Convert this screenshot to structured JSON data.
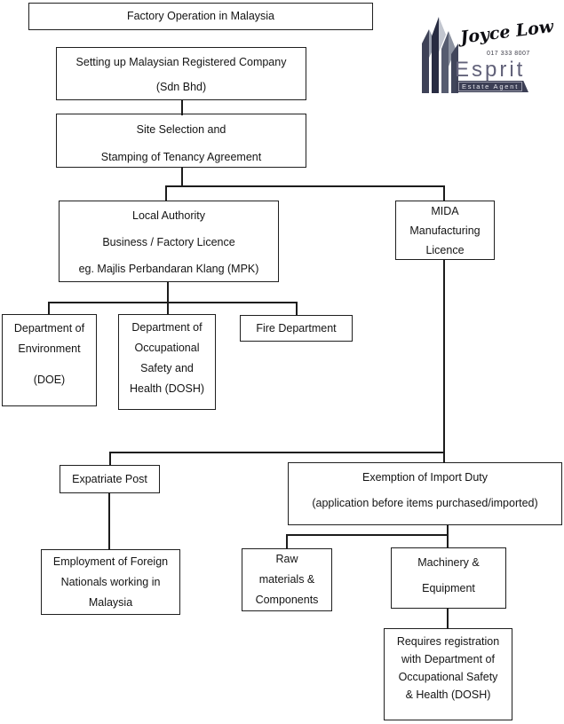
{
  "page": {
    "background": "#ffffff",
    "line_color": "#1c1c1c",
    "box_border_color": "#1f1f1f"
  },
  "logo": {
    "signature": "Joyce Low",
    "phone": "017 333 8007",
    "brand": "Esprit",
    "tagline": "Estate Agent",
    "icon": "building-towers-icon",
    "colors": {
      "tower_dark": "#282c42",
      "tower_mid": "#565c70",
      "tower_light": "#c2c6cf",
      "banner": "#3c3f55",
      "brand_text": "#62627a"
    }
  },
  "nodes": {
    "title": {
      "lines": [
        "Factory Operation in Malaysia"
      ]
    },
    "setup": {
      "lines": [
        "Setting up Malaysian Registered Company",
        "(Sdn Bhd)"
      ]
    },
    "site": {
      "lines": [
        "Site Selection and",
        "Stamping of Tenancy Agreement"
      ]
    },
    "local_authority": {
      "lines": [
        "Local Authority",
        "Business / Factory Licence",
        "eg. Majlis Perbandaran Klang (MPK)"
      ]
    },
    "mida": {
      "lines": [
        "MIDA",
        "Manufacturing",
        "Licence"
      ]
    },
    "doe": {
      "lines": [
        "Department of",
        "Environment",
        "(DOE)"
      ]
    },
    "dosh": {
      "lines": [
        "Department of",
        "Occupational",
        "Safety and",
        "Health (DOSH)"
      ]
    },
    "fire": {
      "lines": [
        "Fire Department"
      ]
    },
    "expatriate": {
      "lines": [
        "Expatriate Post"
      ]
    },
    "exemption": {
      "lines": [
        "Exemption of Import Duty",
        "(application before items purchased/imported)"
      ]
    },
    "employment": {
      "lines": [
        "Employment of Foreign",
        "Nationals working in",
        "Malaysia"
      ]
    },
    "raw_materials": {
      "lines": [
        "Raw",
        "materials &",
        "Components"
      ]
    },
    "machinery": {
      "lines": [
        "Machinery &",
        "Equipment"
      ]
    },
    "dosh_registration": {
      "lines": [
        "Requires registration",
        "with Department of",
        "Occupational Safety",
        "& Health (DOSH)"
      ]
    }
  }
}
